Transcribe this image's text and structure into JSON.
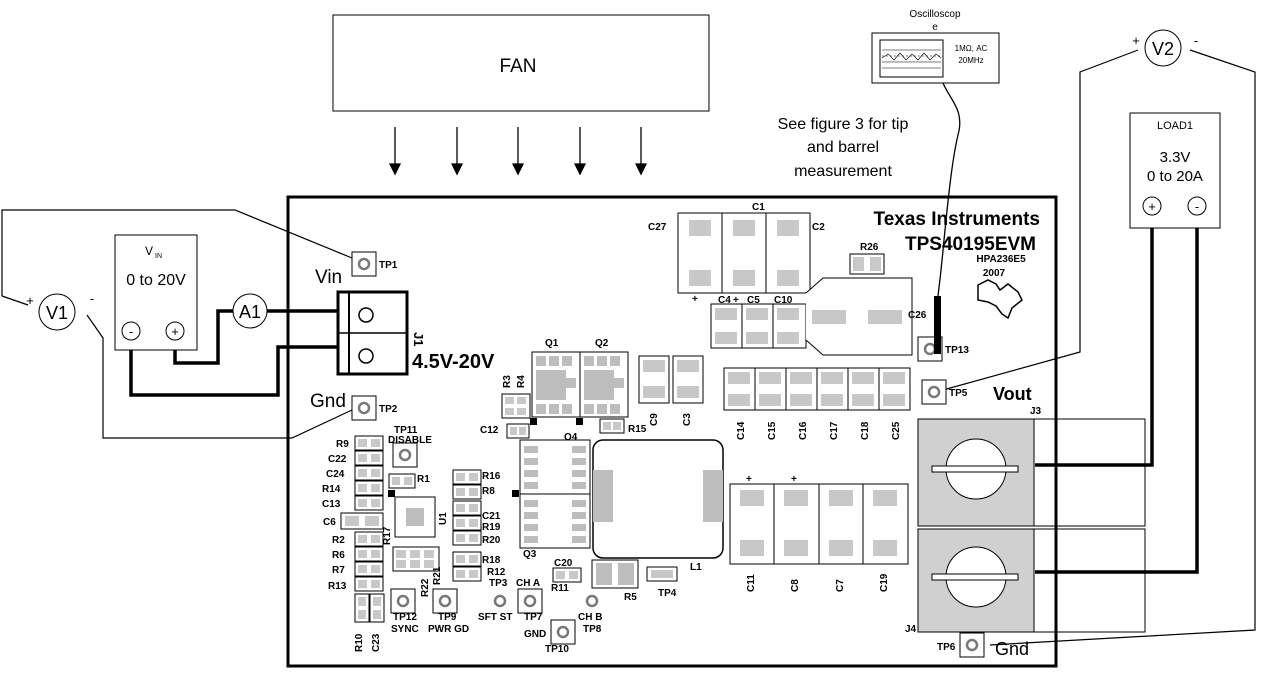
{
  "fan": {
    "label": "FAN"
  },
  "scope": {
    "title_line1": "Oscilloscop",
    "title_line2": "e",
    "setting1": "1MΩ, AC",
    "setting2": "20MHz"
  },
  "note": {
    "line1": "See figure 3 for tip",
    "line2": "and barrel",
    "line3": "measurement"
  },
  "vin_box": {
    "label_v": "V",
    "label_sub": "IN",
    "range": "0 to 20V",
    "minus": "-",
    "plus": "+"
  },
  "meters": {
    "v1": "V1",
    "a1": "A1",
    "v2": "V2",
    "plus": "+",
    "minus": "-"
  },
  "load": {
    "title": "LOAD1",
    "voltage": "3.3V",
    "range": "0 to 20A",
    "plus": "+",
    "minus": "-"
  },
  "board": {
    "brand": "Texas Instruments",
    "part": "TPS40195EVM",
    "assy": "HPA236E5",
    "year": "2007",
    "vin_label": "Vin",
    "gnd_label": "Gnd",
    "input_range": "4.5V-20V",
    "j1": "J1",
    "vout_label": "Vout",
    "gnd_out_label": "Gnd",
    "j3": "J3",
    "j4": "J4",
    "l1": "L1"
  },
  "testpoints": [
    "TP1",
    "TP2",
    "TP11",
    "DISABLE",
    "TP13",
    "TP5",
    "TP12",
    "SYNC",
    "TP9",
    "PWR GD",
    "TP3",
    "SFT ST",
    "TP7",
    "CH A",
    "TP8",
    "CH B",
    "TP10",
    "GND",
    "TP4",
    "TP6"
  ],
  "refdes": {
    "top_caps": [
      "C27",
      "C1",
      "C2",
      "R26",
      "C4",
      "C5",
      "C10",
      "C26"
    ],
    "fets": [
      "Q1",
      "Q2",
      "Q3",
      "Q4"
    ],
    "small": [
      "R3",
      "R4",
      "C12",
      "C9",
      "C3",
      "R15"
    ],
    "caps_row": [
      "C14",
      "C15",
      "C16",
      "C17",
      "C18",
      "C25"
    ],
    "big_caps": [
      "C11",
      "C8",
      "C7",
      "C19"
    ],
    "left_column": [
      "R9",
      "C22",
      "C24",
      "R14",
      "C13",
      "C6",
      "R2",
      "R6",
      "R7",
      "R13",
      "R10",
      "C23",
      "R17",
      "R1",
      "U1",
      "R22",
      "R21"
    ],
    "mid_column": [
      "R16",
      "R8",
      "C21",
      "R19",
      "R20",
      "R18",
      "R12",
      "C20",
      "R11",
      "R5"
    ]
  }
}
